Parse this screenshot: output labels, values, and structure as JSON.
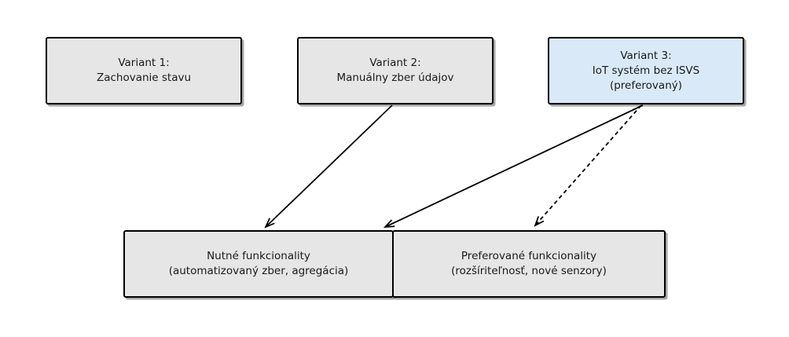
{
  "diagram": {
    "nodes": {
      "variant1": {
        "lines": [
          "Variant 1:",
          "Zachovanie stavu"
        ],
        "fill": "#e6e6e6"
      },
      "variant2": {
        "lines": [
          "Variant 2:",
          "Manuálny zber údajov"
        ],
        "fill": "#e6e6e6"
      },
      "variant3": {
        "lines": [
          "Variant 3:",
          "IoT systém bez ISVS",
          "(preferovaný)"
        ],
        "fill": "#d9e9f8"
      },
      "required": {
        "lines": [
          "Nutné funkcionality",
          "(automatizovaný zber, agregácia)"
        ],
        "fill": "#e6e6e6"
      },
      "preferred": {
        "lines": [
          "Preferované funkcionality",
          "(rozšíriteľnosť, nové senzory)"
        ],
        "fill": "#e6e6e6"
      }
    },
    "edges": [
      {
        "from": "variant2",
        "to": "required",
        "style": "solid"
      },
      {
        "from": "variant3",
        "to": "required",
        "style": "solid"
      },
      {
        "from": "variant3",
        "to": "preferred",
        "style": "dashed"
      }
    ],
    "colors": {
      "background": "#ffffff",
      "node_fill": "#e6e6e6",
      "highlight_fill": "#d9e9f8",
      "border": "#000000",
      "arrow": "#000000",
      "text": "#1a1a1a"
    }
  }
}
